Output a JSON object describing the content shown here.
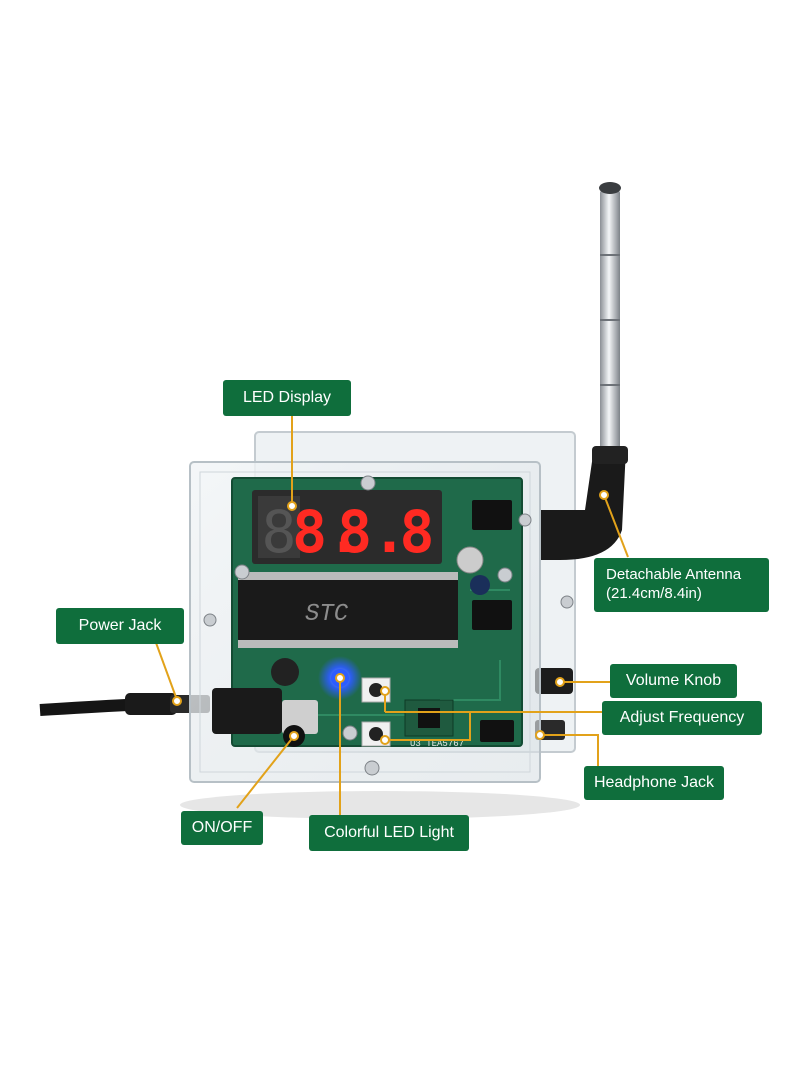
{
  "labels": {
    "led_display": "LED Display",
    "detachable_antenna": "Detachable Antenna\n(21.4cm/8.4in)",
    "power_jack": "Power Jack",
    "volume_knob": "Volume Knob",
    "adjust_frequency": "Adjust Frequency",
    "headphone_jack": "Headphone Jack",
    "on_off": "ON/OFF",
    "colorful_led_light": "Colorful LED Light"
  },
  "board": {
    "chip_text": "STC",
    "display_digits": "8.8.8.8",
    "ic_label": "U3 TEA5767"
  },
  "colors": {
    "callout_bg": "#0f6e3c",
    "callout_text": "#ffffff",
    "leader_line": "#e2a21a",
    "pcb": "#1f6a4a",
    "led_red": "#ff2a22",
    "led_blue": "#2d5cff"
  }
}
